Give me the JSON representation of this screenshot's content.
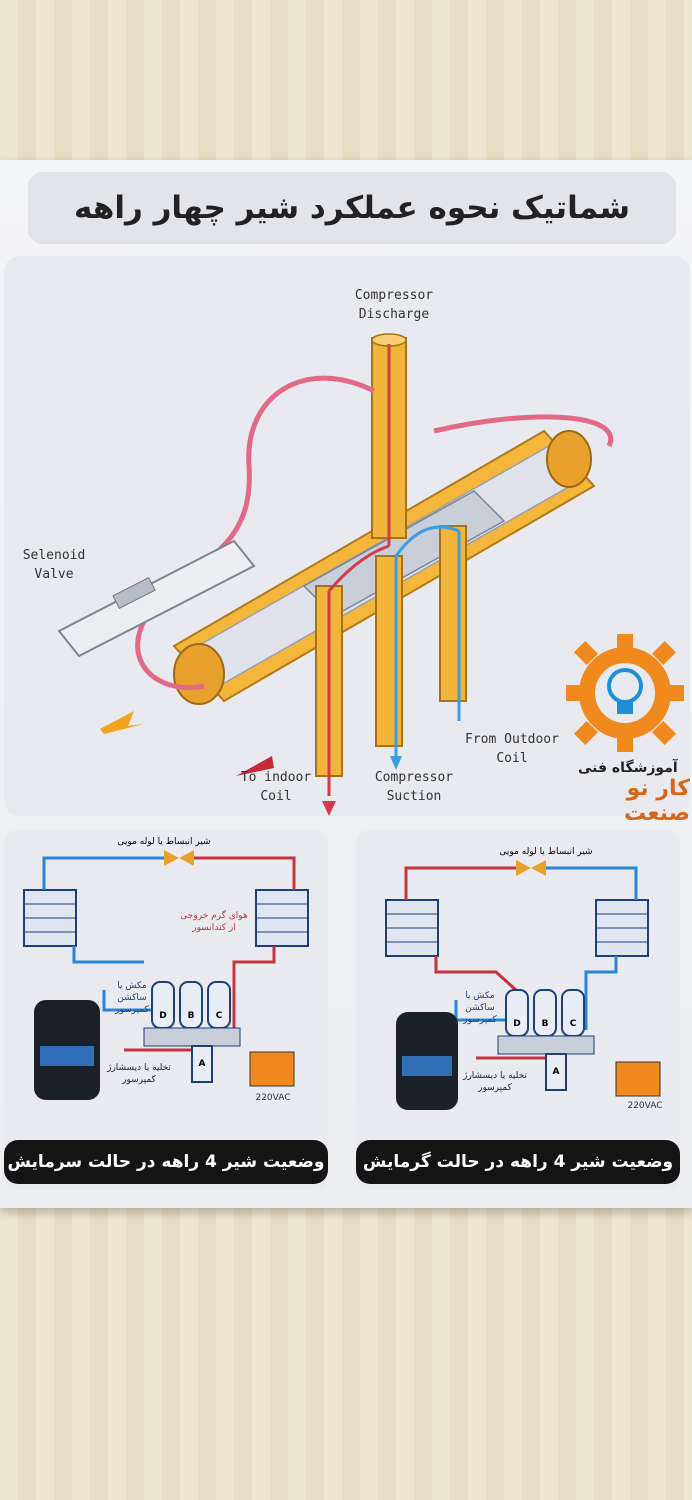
{
  "title": "شماتیک نحوه عملکرد شیر چهار راهه",
  "labels": {
    "compressor_discharge_1": "Compressor",
    "compressor_discharge_2": "Discharge",
    "selenoid_1": "Selenoid",
    "selenoid_2": "Valve",
    "outdoor_1": "From Outdoor",
    "outdoor_2": "Coil",
    "indoor_1": "To indoor",
    "indoor_2": "Coil",
    "suction_1": "Compressor",
    "suction_2": "Suction"
  },
  "logo": {
    "line1": "آموزشگاه فنی",
    "line2": "کار نو صنعت"
  },
  "cooling": {
    "caption": "وضعیت شیر 4 راهه در حالت سرمایش",
    "expansion": "شیر انبساط یا لوله مویی",
    "hot_air_1": "هوای گرم خروجی",
    "hot_air_2": "از کندانسور",
    "suction_1": "مکش یا",
    "suction_2": "ساکشن کمپرسور",
    "discharge_1": "تخلیه یا دیسشارژ",
    "discharge_2": "کمپرسور",
    "voltage": "220VAC",
    "port_d": "D",
    "port_b": "B",
    "port_c": "C",
    "port_a": "A"
  },
  "heating": {
    "caption": "وضعیت شیر 4 راهه در حالت گرمایش",
    "expansion": "شیر انبساط یا لوله مویی",
    "suction_1": "مکش یا",
    "suction_2": "ساکشن کمپرسور",
    "discharge_1": "تخلیه یا دیسشارژ",
    "discharge_2": "کمپرسور",
    "voltage": "220VAC",
    "port_d": "D",
    "port_b": "B",
    "port_c": "C",
    "port_a": "A"
  },
  "colors": {
    "hot_line": "#c8323c",
    "cold_line": "#2a86d8",
    "pipe_gold": "#f0b53a",
    "logo_orange": "#f08a1e"
  }
}
